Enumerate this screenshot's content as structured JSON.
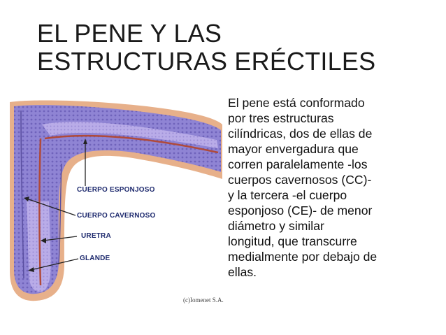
{
  "slide": {
    "title_lines": [
      "EL PENE Y LAS",
      "ESTRUCTURAS ERÉCTILES"
    ],
    "body_lines": [
      "El pene está conformado",
      "por tres estructuras",
      "cilíndricas, dos de ellas de",
      "mayor envergadura que",
      "corren paralelamente -los",
      "cuerpos cavernosos (CC)-",
      "y la tercera -el cuerpo",
      "esponjoso (CE)- de menor",
      "diámetro y similar",
      "longitud, que transcurre",
      "medialmente por debajo de",
      "ellas."
    ]
  },
  "figure": {
    "labels": {
      "cuerpo_esponjoso": "CUERPO ESPONJOSO",
      "cuerpo_cavernoso": "CUERPO CAVERNOSO",
      "uretra": "URETRA",
      "glande": "GLANDE"
    },
    "credit": "(c)Iomenet S.A.",
    "colors": {
      "cavernous_tissue": "#8a7fd0",
      "spongy_tissue": "#b7a9e6",
      "skin": "#e9b48a",
      "urethra": "#b04a3a",
      "label_text": "#1e2a6e"
    }
  }
}
